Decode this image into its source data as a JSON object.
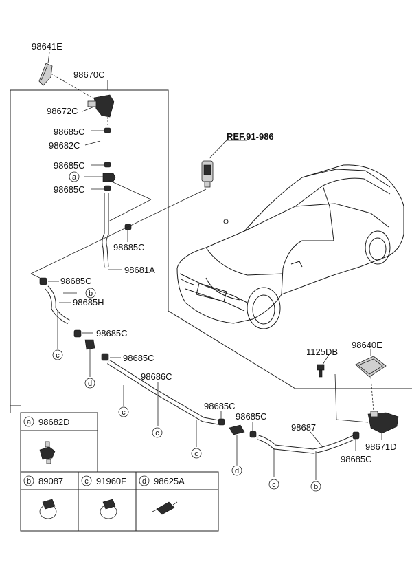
{
  "reference": "REF.91-986",
  "labels": {
    "p98641E": "98641E",
    "p98670C": "98670C",
    "p98672C": "98672C",
    "p98685C_1": "98685C",
    "p98682C": "98682C",
    "p98685C_2": "98685C",
    "p98685C_3": "98685C",
    "p98685C_4": "98685C",
    "p98681A": "98681A",
    "p98685C_5": "98685C",
    "p98685H": "98685H",
    "p98685C_6": "98685C",
    "p98685C_7": "98685C",
    "p98686C": "98686C",
    "p98685C_8": "98685C",
    "p98685C_9": "98685C",
    "p98687": "98687",
    "p98685C_10": "98685C",
    "p98671D": "98671D",
    "p1125DB": "1125DB",
    "p98640E": "98640E"
  },
  "callouts": {
    "a": "a",
    "b": "b",
    "c": "c",
    "d": "d"
  },
  "legend": [
    {
      "letter": "a",
      "part": "98682D"
    },
    {
      "letter": "b",
      "part": "89087"
    },
    {
      "letter": "c",
      "part": "91960F"
    },
    {
      "letter": "d",
      "part": "98625A"
    }
  ]
}
